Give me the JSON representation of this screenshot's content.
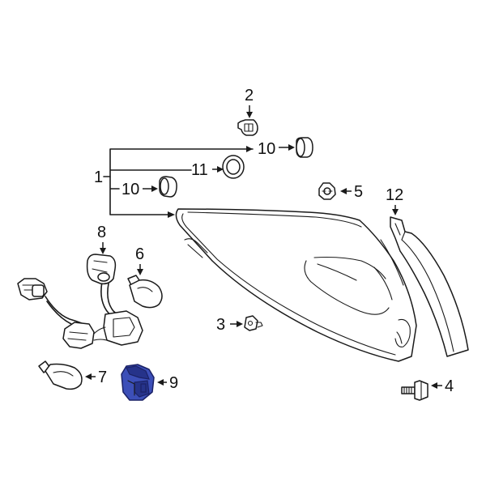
{
  "callouts": {
    "c1": "1",
    "c2": "2",
    "c3": "3",
    "c4": "4",
    "c5": "5",
    "c6": "6",
    "c7": "7",
    "c8": "8",
    "c9": "9",
    "c10a": "10",
    "c10b": "10",
    "c11": "11",
    "c12": "12"
  },
  "colors": {
    "highlight": "#3c4fb8",
    "line": "#1a1a1a"
  }
}
